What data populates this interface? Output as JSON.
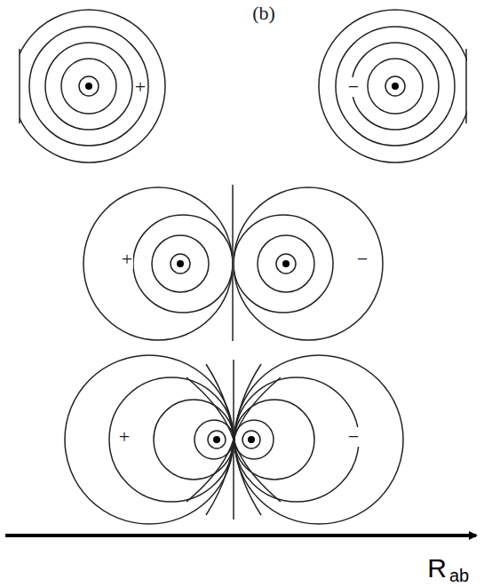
{
  "diagram": {
    "labels": [
      "(b)",
      "+",
      "−",
      "+",
      "−",
      "+",
      "−",
      "R",
      "ab"
    ]
  }
}
